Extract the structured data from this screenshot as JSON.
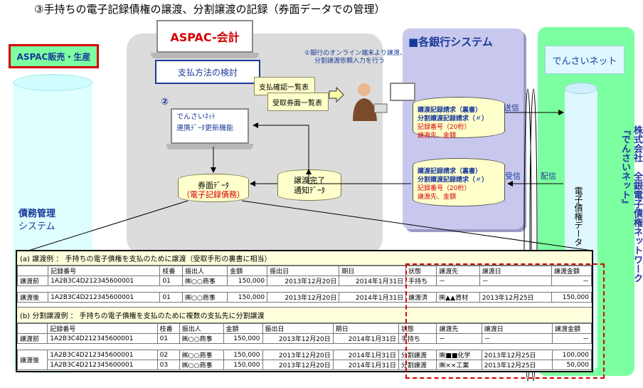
{
  "title": "③手持ちの電子記録債権の譲渡、分割譲渡の記録（券面データでの管理）",
  "left": {
    "sales_label": "ASPAC販売・生産",
    "saimu_line1": "債務管理",
    "saimu_line2": "システム"
  },
  "center": {
    "aspac_label": "ASPAC-会計",
    "shiharai_label": "支払方法の検討",
    "doc1": "支払確認一覧表",
    "doc2": "受取券面一覧表",
    "note1_line1": "①銀行のオンライン端末より譲渡、",
    "note1_line2": "分割譲渡依頼入力を行う",
    "step2": "②",
    "densai_line1": "でんさいﾈｯﾄ",
    "densai_line2": "連携ﾃﾞｰﾀ更新機能",
    "kenmen_line1": "券面ﾃﾞｰﾀ",
    "kenmen_line2": "（電子記録債務）",
    "tsuuchi_line1": "譲渡完了",
    "tsuuchi_line2": "通知ﾃﾞｰﾀ"
  },
  "bank": {
    "title": "■各銀行システム",
    "send": "送信",
    "receive": "受信",
    "cyl1": [
      "譲渡記録請求（裏書）",
      "分割譲渡記録請求（〃）",
      "記録番号（20桁）",
      "譲渡先、金額"
    ],
    "cyl2": [
      "譲渡記録請求（裏書）",
      "分割譲渡記録請求（〃）",
      "記録番号（20桁）",
      "譲渡先、金額"
    ]
  },
  "densai": {
    "label": "でんさいネット",
    "haishin": "配信",
    "data_label": "電子債権データ",
    "company": "株式会社　全銀電子債権ネットワーク　『でんさいネット』"
  },
  "table": {
    "sec_a": "(a) 譲渡例 ：  手持ちの電子債権を支払のために譲渡（受取手形の裏書に相当）",
    "sec_b": "(b) 分割譲渡例 ：  手持ちの電子債権を支払のために複数の支払先に分割譲渡",
    "headers": [
      "記録番号",
      "枝番",
      "振出人",
      "金額",
      "振出日",
      "期日",
      "状態",
      "譲渡先",
      "譲渡日",
      "譲渡金額"
    ],
    "a_before": {
      "label": "譲渡前",
      "cells": [
        "1A2B3C4D212345600001",
        "01",
        "㈱○○商事",
        "150,000",
        "2013年12月20日",
        "2014年1月31日",
        "手持ち",
        "－",
        "－",
        "－"
      ]
    },
    "a_after": {
      "label": "譲渡後",
      "cells": [
        "1A2B3C4D212345600001",
        "01",
        "㈱○○商事",
        "150,000",
        "2013年12月20日",
        "2014年1月31日",
        "譲渡済",
        "㈱▲▲資材",
        "2013年12月25日",
        "150,000"
      ]
    },
    "b_before": {
      "label": "譲渡前",
      "cells": [
        "1A2B3C4D212345600001",
        "01",
        "㈱○○商事",
        "150,000",
        "2013年12月20日",
        "2014年1月31日",
        "手持ち",
        "－",
        "－",
        "－"
      ]
    },
    "b_after_label": "譲渡後",
    "b_after": [
      [
        "1A2B3C4D212345600001",
        "02",
        "㈱○○商事",
        "150,000",
        "2013年12月20日",
        "2014年1月31日",
        "分割譲渡",
        "㈱■■化学",
        "2013年12月25日",
        "100,000"
      ],
      [
        "1A2B3C4D212345600001",
        "03",
        "㈱○○商事",
        "150,000",
        "2013年12月20日",
        "2014年1月31日",
        "分割譲渡",
        "㈱××工業",
        "2013年12月25日",
        "50,000"
      ]
    ]
  }
}
